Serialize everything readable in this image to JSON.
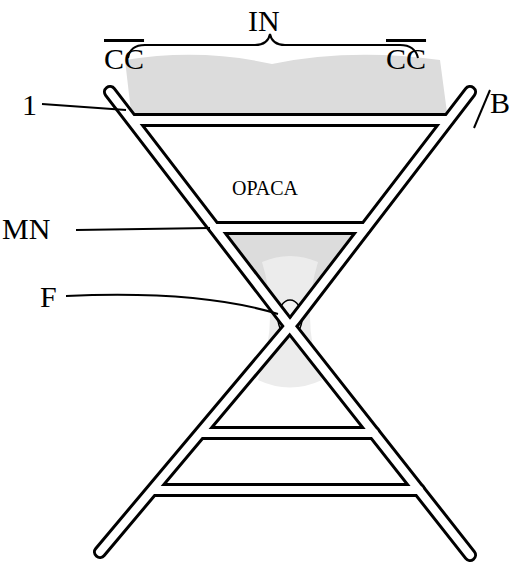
{
  "diagram": {
    "labels": [
      "CC",
      "IN",
      "CC",
      "B",
      "1",
      "OPACA",
      "MN",
      "F"
    ]
  }
}
